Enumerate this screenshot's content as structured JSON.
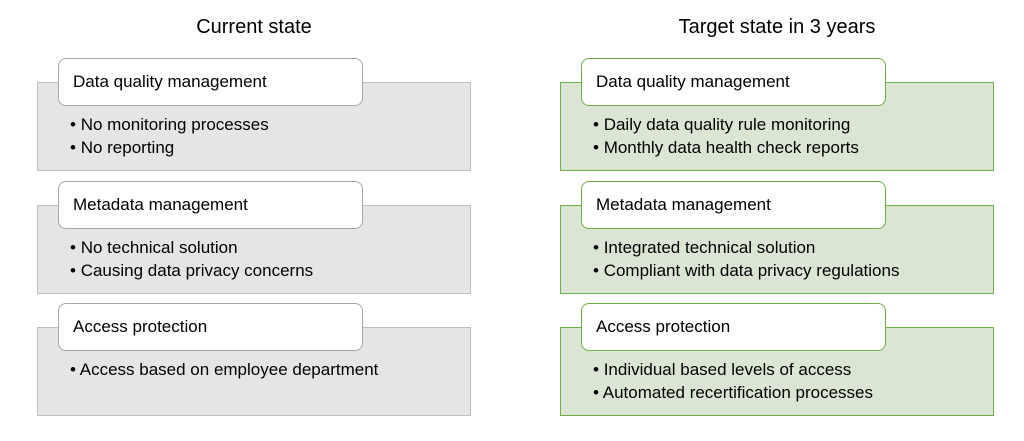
{
  "columns": [
    {
      "title": "Current state",
      "sections": [
        {
          "heading": "Data quality management",
          "bullets": [
            "No monitoring processes",
            "No reporting"
          ]
        },
        {
          "heading": "Metadata management",
          "bullets": [
            "No technical solution",
            "Causing data privacy concerns"
          ]
        },
        {
          "heading": "Access protection",
          "bullets": [
            "Access based on employee department"
          ]
        }
      ]
    },
    {
      "title": "Target state in 3 years",
      "sections": [
        {
          "heading": "Data quality management",
          "bullets": [
            "Daily data quality rule monitoring",
            "Monthly data health check reports"
          ]
        },
        {
          "heading": "Metadata management",
          "bullets": [
            "Integrated technical solution",
            "Compliant with data privacy regulations"
          ]
        },
        {
          "heading": "Access protection",
          "bullets": [
            "Individual based levels of access",
            "Automated recertification processes"
          ]
        }
      ]
    }
  ],
  "colors": {
    "current_fill": "#e5e5e5",
    "current_border": "#bfbfbf",
    "target_fill": "#dae6d3",
    "target_border": "#70ad47"
  }
}
